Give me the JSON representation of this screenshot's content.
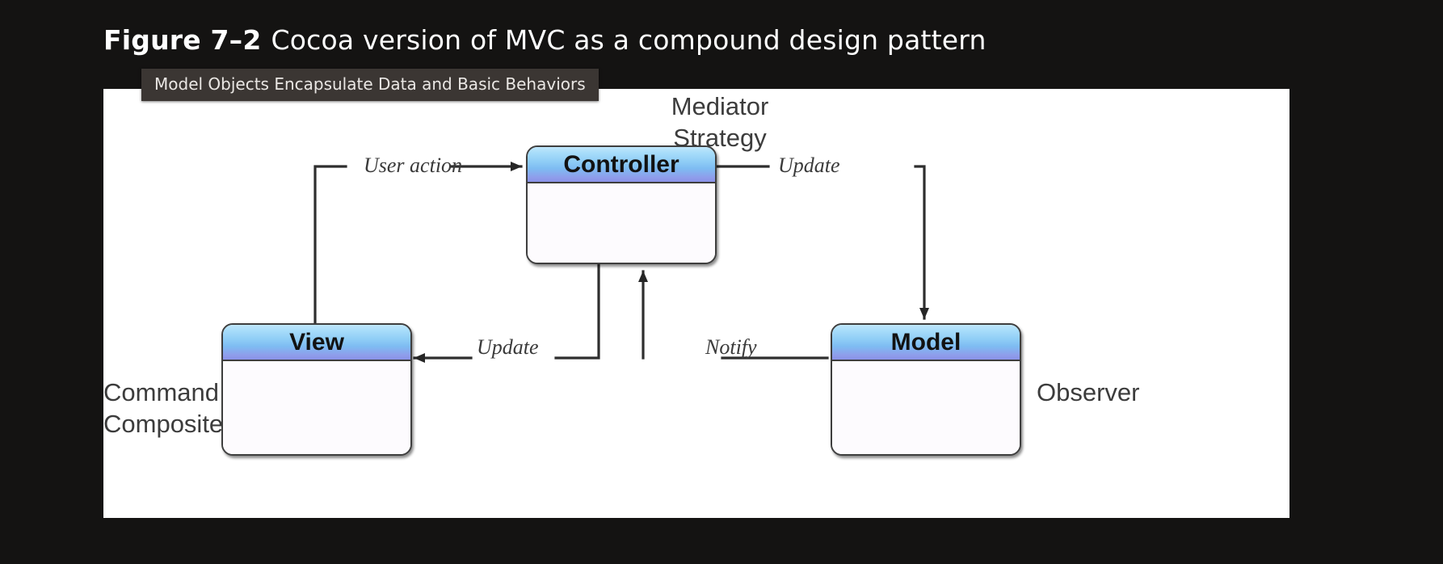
{
  "figure": {
    "label": "Figure 7–2",
    "title": "Cocoa version of MVC as a compound design pattern"
  },
  "tooltip": {
    "text": "Model Objects Encapsulate Data and Basic Behaviors"
  },
  "diagram": {
    "type": "mvc-compound-design-pattern",
    "boxes": [
      {
        "id": "controller",
        "title": "Controller"
      },
      {
        "id": "view",
        "title": "View"
      },
      {
        "id": "model",
        "title": "Model"
      }
    ],
    "pattern_labels": {
      "top": "Mediator\nStrategy",
      "top_line1": "Mediator",
      "top_line2": "Strategy",
      "left_line1": "Command",
      "left_line2": "Composite",
      "right": "Observer"
    },
    "edges": [
      {
        "id": "user-action",
        "label": "User action",
        "from": "view",
        "to": "controller"
      },
      {
        "id": "update-model",
        "label": "Update",
        "from": "controller",
        "to": "model"
      },
      {
        "id": "update-view",
        "label": "Update",
        "from": "controller",
        "to": "view"
      },
      {
        "id": "notify",
        "label": "Notify",
        "from": "model",
        "to": "controller"
      }
    ]
  },
  "colors": {
    "page_background": "#141312",
    "panel_background": "#ffffff",
    "tooltip_background": "#3b3633",
    "tooltip_text": "#eae7e4",
    "caption_text": "#ffffff",
    "box_header_top": "#bfe6fb",
    "box_header_bottom": "#8a92e8",
    "box_body": "#fdfbfe",
    "box_border": "#3e3e3e",
    "connector": "#2e2e2e",
    "label_text": "#3c3c3c"
  }
}
